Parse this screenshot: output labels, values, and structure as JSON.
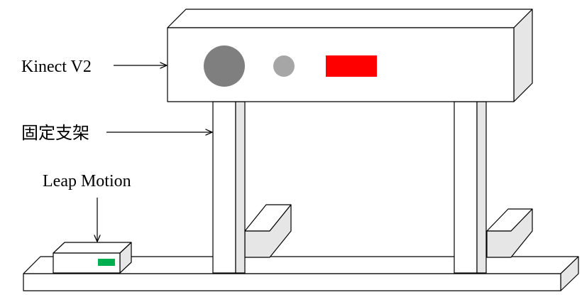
{
  "labels": {
    "kinect": "Kinect V2",
    "stand": "固定支架",
    "leap": "Leap Motion"
  },
  "colors": {
    "face": "#ffffff",
    "side": "#e6e6e6",
    "top": "#ffffff",
    "lens_large": "#7f7f7f",
    "lens_small": "#a6a6a6",
    "ir_emitter": "#ff0000",
    "leap_led": "#00b050"
  }
}
